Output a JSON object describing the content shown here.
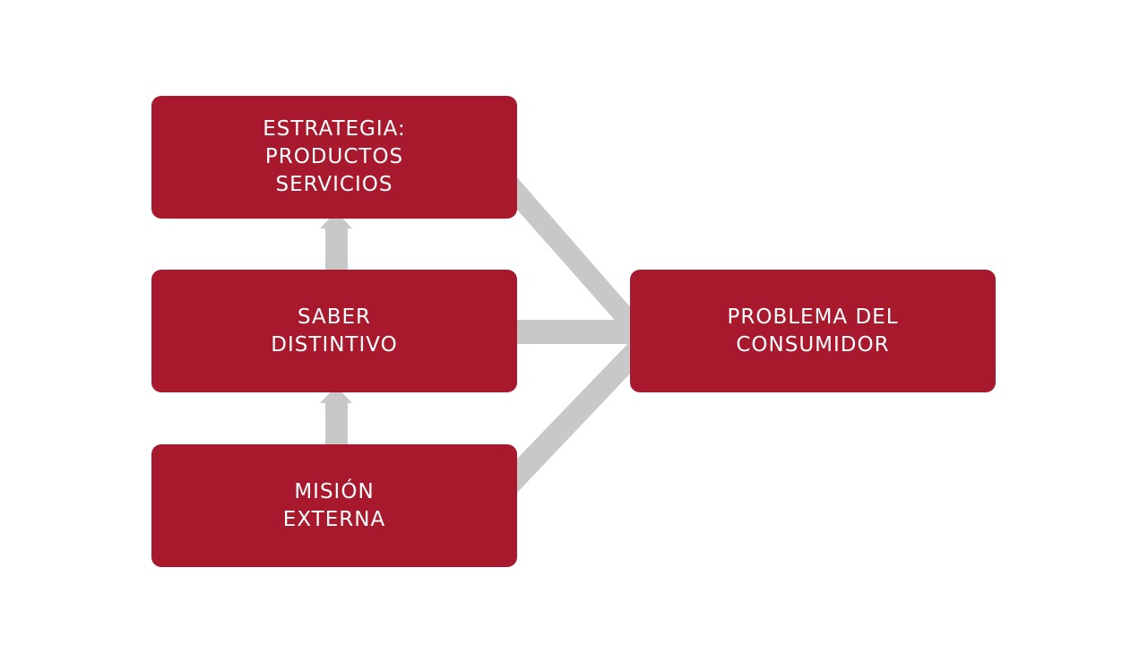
{
  "colors": {
    "box": "#a8192e",
    "connector": "#c8c8c8",
    "text": "#ffffff"
  },
  "boxes": {
    "strategy": {
      "lines": [
        "ESTRATEGIA:",
        "PRODUCTOS",
        "SERVICIOS"
      ]
    },
    "knowledge": {
      "lines": [
        "SABER",
        "DISTINTIVO"
      ]
    },
    "mission": {
      "lines": [
        "MISIÓN",
        "EXTERNA"
      ]
    },
    "problem": {
      "lines": [
        "PROBLEMA DEL",
        "CONSUMIDOR"
      ]
    }
  }
}
